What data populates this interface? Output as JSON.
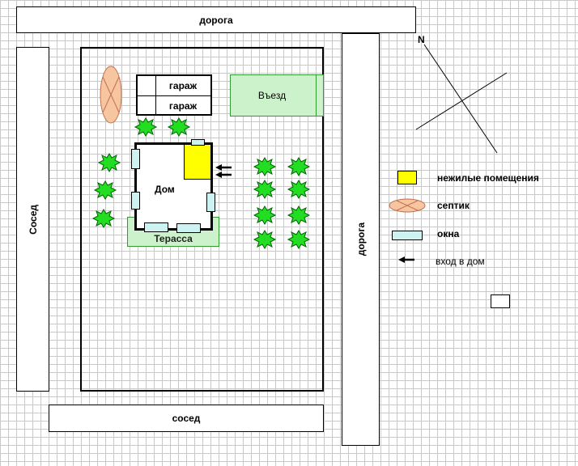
{
  "roads": {
    "top": "дорога",
    "right": "дорога"
  },
  "neighbors": {
    "left": "Сосед",
    "bottom": "сосед"
  },
  "plot": {
    "garage_top": "гараж",
    "garage_bottom": "гараж",
    "driveway": "Въезд",
    "house": "Дом",
    "terrace": "Терасса"
  },
  "compass": {
    "north": "N"
  },
  "legend": {
    "non_residential": "нежилые помещения",
    "septic": "септик",
    "windows": "окна",
    "entrance": "вход в дом"
  },
  "colors": {
    "non_residential": "#ffff00",
    "septic": "#f7c6a0",
    "windows": "#ccf2f2",
    "terrace": "#ccf2cc",
    "driveway": "#ccf2cc",
    "shrub": "#22dd22"
  }
}
